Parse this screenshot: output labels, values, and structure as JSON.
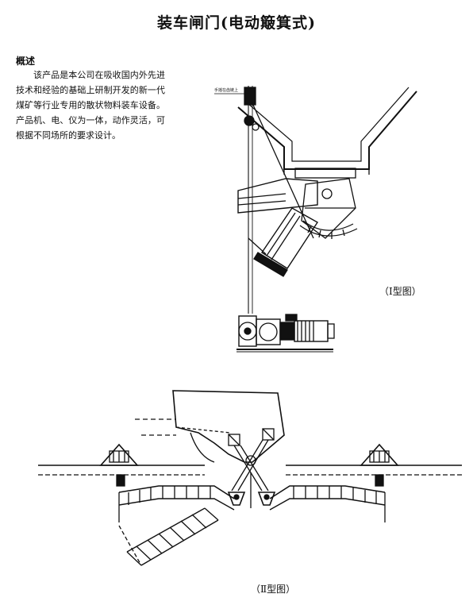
{
  "page": {
    "title": "装车闸门(电动簸箕式)",
    "section_heading": "概述",
    "intro_text": "该产品是本公司在吸收国内外先进技术和经验的基础上研制开发的新一代煤矿等行业专用的散状物料装车设备。产品机、电、仪为一体，动作灵活，可根据不同场所的要求设计。",
    "figure1": {
      "caption": "（Ⅰ型图）",
      "annotation": "手摇在齿链上"
    },
    "figure2": {
      "caption": "（Ⅱ型图）"
    }
  }
}
